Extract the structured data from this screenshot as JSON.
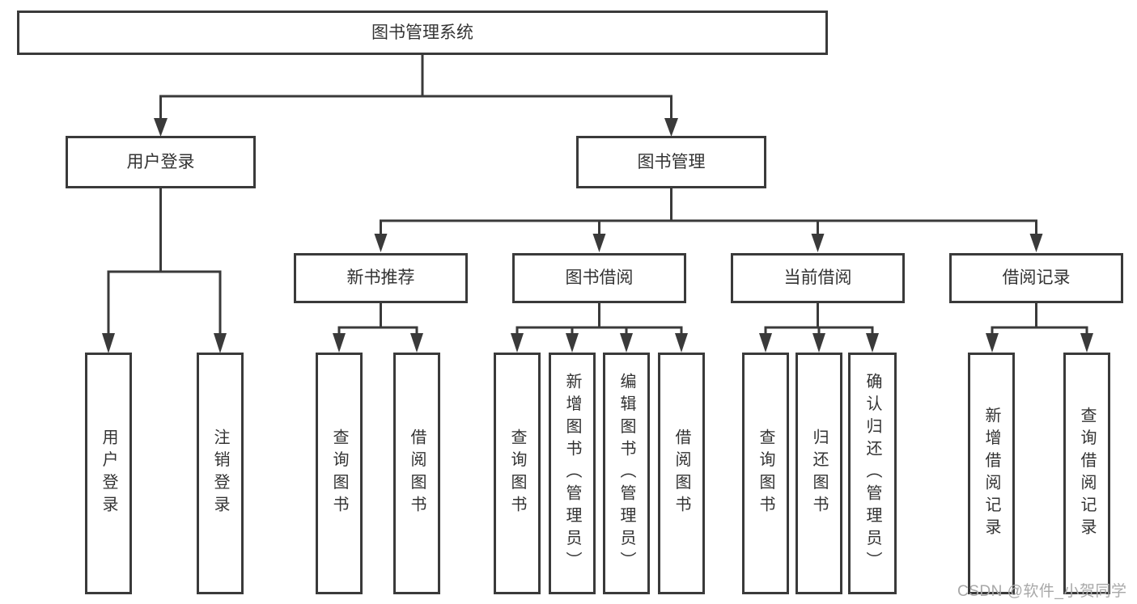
{
  "diagram": {
    "type": "hierarchy-tree",
    "root": {
      "label": "图书管理系统",
      "children": [
        {
          "label": "用户登录",
          "children": [
            {
              "label": "用户登录"
            },
            {
              "label": "注销登录"
            }
          ]
        },
        {
          "label": "图书管理",
          "children": [
            {
              "label": "新书推荐",
              "children": [
                {
                  "label": "查询图书"
                },
                {
                  "label": "借阅图书"
                }
              ]
            },
            {
              "label": "图书借阅",
              "children": [
                {
                  "label": "查询图书"
                },
                {
                  "label": "新增图书（管理员）"
                },
                {
                  "label": "编辑图书（管理员）"
                },
                {
                  "label": "借阅图书"
                }
              ]
            },
            {
              "label": "当前借阅",
              "children": [
                {
                  "label": "查询图书"
                },
                {
                  "label": "归还图书"
                },
                {
                  "label": "确认归还（管理员）"
                }
              ]
            },
            {
              "label": "借阅记录",
              "children": [
                {
                  "label": "新增借阅记录"
                },
                {
                  "label": "查询借阅记录"
                }
              ]
            }
          ]
        }
      ]
    },
    "colors": {
      "line": "#3a3a3a",
      "box_border": "#3a3a3a",
      "text": "#333333",
      "watermark": "#a8a8a8",
      "background": "#ffffff"
    }
  },
  "watermark": {
    "text": "CSDN @软件_小贺同学"
  }
}
